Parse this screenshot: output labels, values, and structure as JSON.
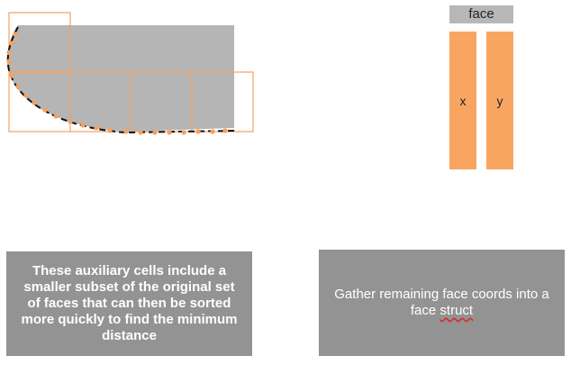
{
  "face_struct": {
    "header": "face",
    "fields": [
      "x",
      "y"
    ]
  },
  "captions": {
    "left": "These auxiliary cells include a smaller subset of the original set of faces that can then be sorted more quickly to find the minimum distance",
    "right_pre": "Gather remaining face coords into a face ",
    "right_squiggle": "struct"
  },
  "colors": {
    "gray_region": "#b5b5b5",
    "cell_outline": "#f7a15e",
    "field_fill": "#f9a562",
    "caption_fill": "#939393",
    "header_fill": "#b7b7b7"
  }
}
